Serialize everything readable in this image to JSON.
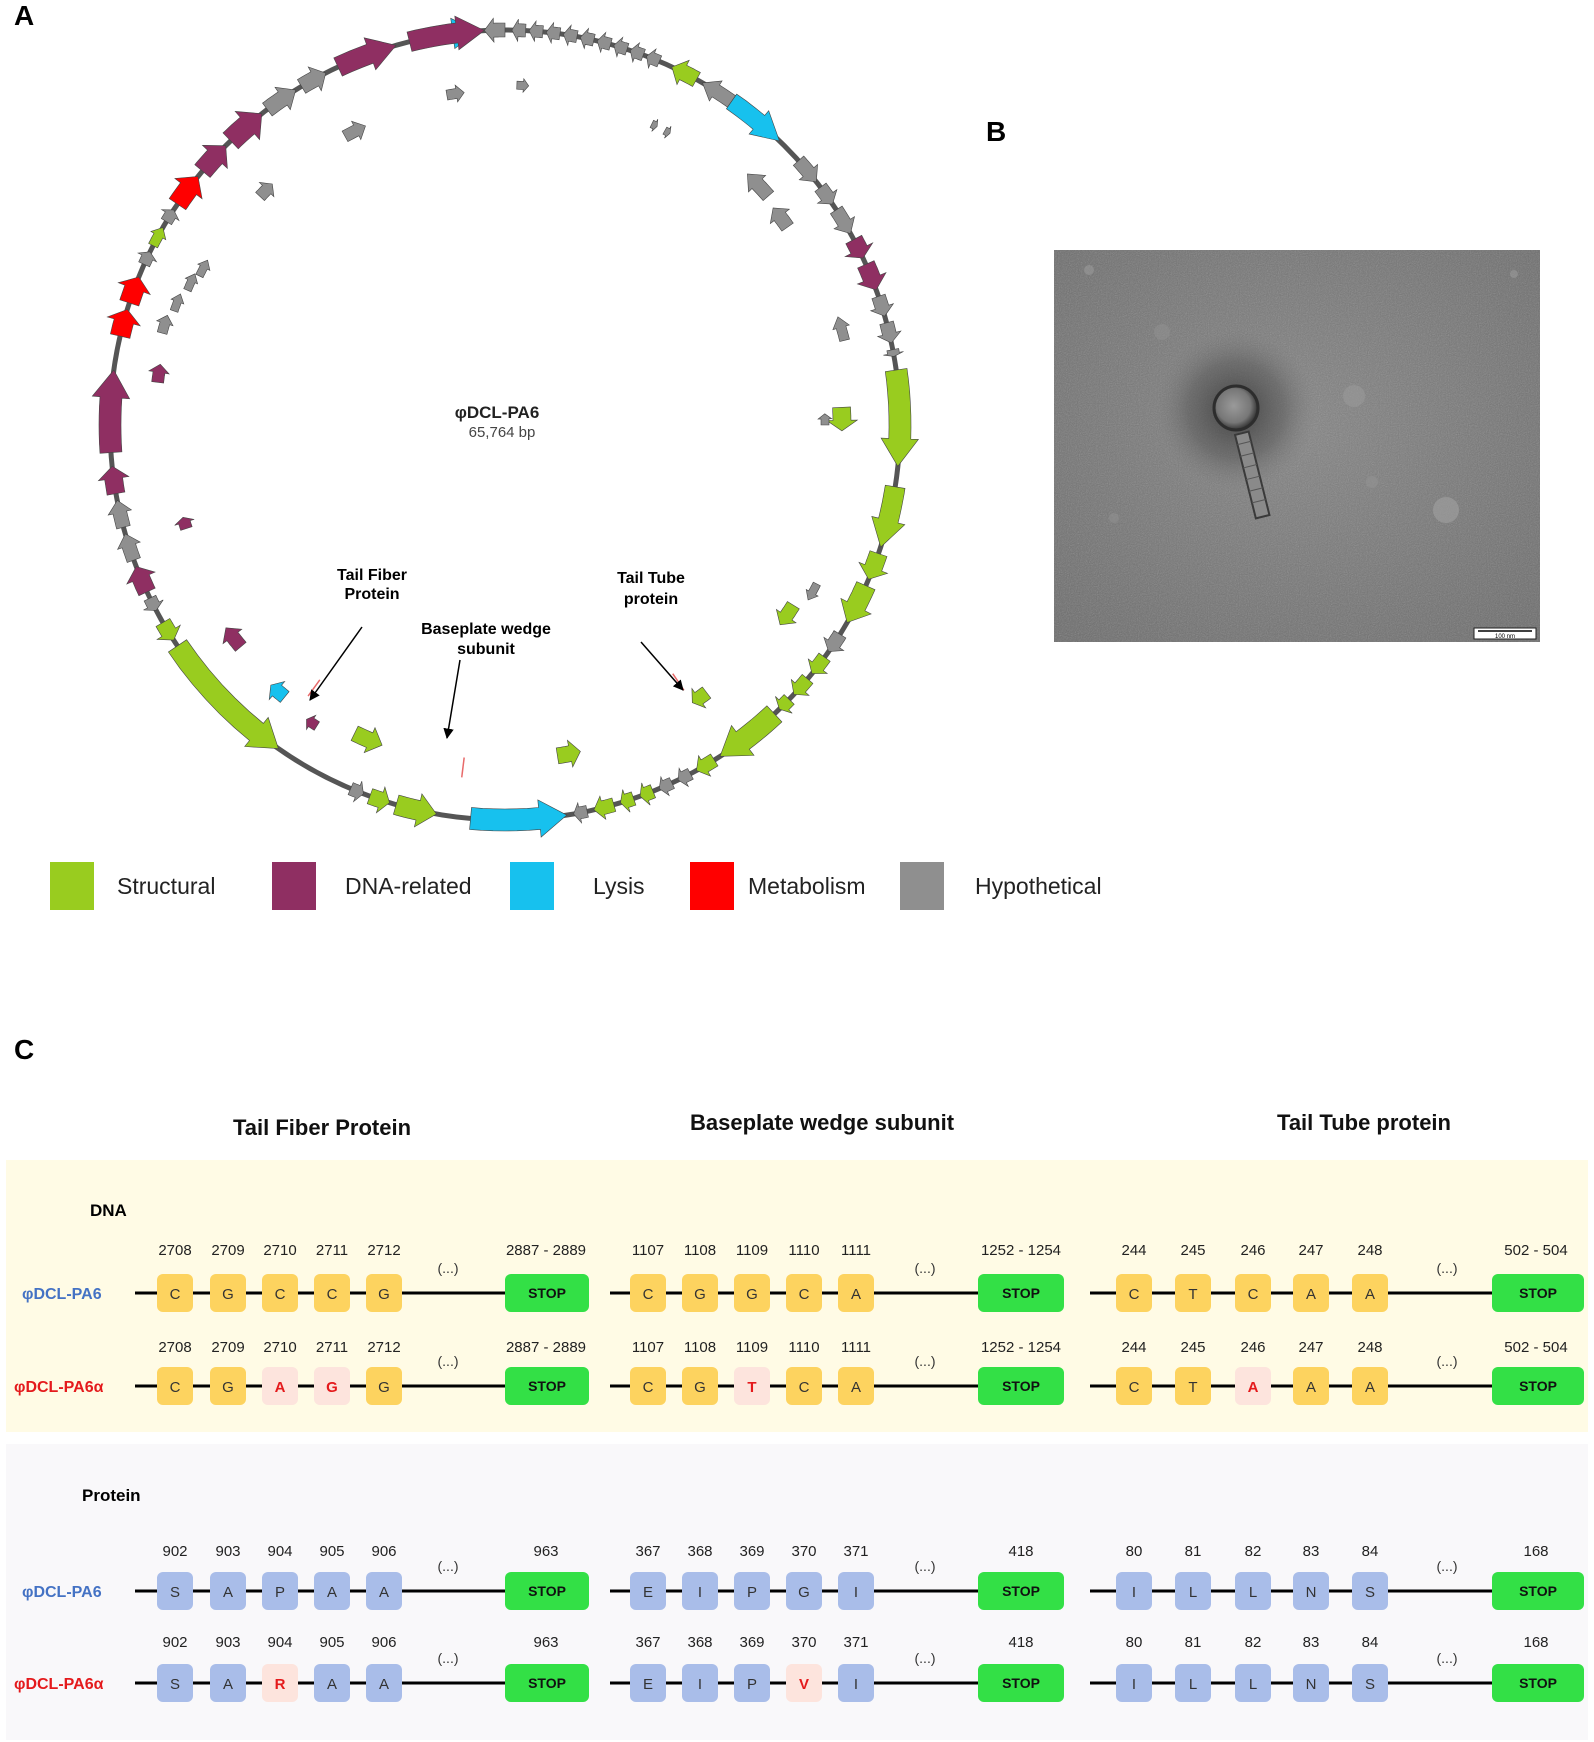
{
  "panels": {
    "a": "A",
    "b": "B",
    "c": "C"
  },
  "colors": {
    "structural": "#99cc1f",
    "dna": "#8f2f62",
    "lysis": "#17c1ee",
    "metabolism": "#ff0000",
    "hypothetical": "#8f8f8f",
    "mut_bg": "#fde4dd",
    "mut_text": "#e41a1c",
    "dna_box": "#fdd35f",
    "prot_box": "#a9bde9",
    "stop_box": "#33e046",
    "pa6_label": "#4472c4",
    "pa6a_label": "#e41a1c",
    "dna_panel_bg": "#fffbe5",
    "prot_panel_bg": "#f9f8fa"
  },
  "genome": {
    "name": "φDCL-PA6",
    "length": "65,764 bp"
  },
  "callouts": [
    {
      "line1": "Tail Fiber",
      "line2": "Protein"
    },
    {
      "line1": "Baseplate wedge",
      "line2": "subunit"
    },
    {
      "line1": "Tail Tube",
      "line2": "protein"
    }
  ],
  "legend": [
    {
      "label": "Structural",
      "color": "#99cc1f"
    },
    {
      "label": "DNA-related",
      "color": "#8f2f62"
    },
    {
      "label": "Lysis",
      "color": "#17c1ee"
    },
    {
      "label": "Metabolism",
      "color": "#ff0000"
    },
    {
      "label": "Hypothetical",
      "color": "#8f8f8f"
    }
  ],
  "micrograph": {
    "scale": "100 nm"
  },
  "panel_c": {
    "headers": [
      "Tail Fiber Protein",
      "Baseplate wedge subunit",
      "Tail Tube protein"
    ],
    "dna_title": "DNA",
    "protein_title": "Protein",
    "strains": [
      "φDCL-PA6",
      "φDCL-PA6α"
    ],
    "ellipsis": "(...)",
    "stop": "STOP",
    "genes": [
      {
        "dna_positions": [
          "2708",
          "2709",
          "2710",
          "2711",
          "2712"
        ],
        "dna_stop": "2887 - 2889",
        "dna_rows": [
          [
            "C",
            "G",
            "C",
            "C",
            "G"
          ],
          [
            "C",
            "G",
            "A",
            "G",
            "G"
          ]
        ],
        "dna_mut": [
          2,
          3
        ],
        "prot_positions": [
          "902",
          "903",
          "904",
          "905",
          "906"
        ],
        "prot_stop": "963",
        "prot_rows": [
          [
            "S",
            "A",
            "P",
            "A",
            "A"
          ],
          [
            "S",
            "A",
            "R",
            "A",
            "A"
          ]
        ],
        "prot_mut": [
          2
        ]
      },
      {
        "dna_positions": [
          "1107",
          "1108",
          "1109",
          "1110",
          "1111"
        ],
        "dna_stop": "1252 - 1254",
        "dna_rows": [
          [
            "C",
            "G",
            "G",
            "C",
            "A"
          ],
          [
            "C",
            "G",
            "T",
            "C",
            "A"
          ]
        ],
        "dna_mut": [
          2
        ],
        "prot_positions": [
          "367",
          "368",
          "369",
          "370",
          "371"
        ],
        "prot_stop": "418",
        "prot_rows": [
          [
            "E",
            "I",
            "P",
            "G",
            "I"
          ],
          [
            "E",
            "I",
            "P",
            "V",
            "I"
          ]
        ],
        "prot_mut": [
          3
        ]
      },
      {
        "dna_positions": [
          "244",
          "245",
          "246",
          "247",
          "248"
        ],
        "dna_stop": "502 - 504",
        "dna_rows": [
          [
            "C",
            "T",
            "C",
            "A",
            "A"
          ],
          [
            "C",
            "T",
            "A",
            "A",
            "A"
          ]
        ],
        "dna_mut": [
          2
        ],
        "prot_positions": [
          "80",
          "81",
          "82",
          "83",
          "84"
        ],
        "prot_stop": "168",
        "prot_rows": [
          [
            "I",
            "L",
            "L",
            "N",
            "S"
          ],
          [
            "I",
            "L",
            "L",
            "N",
            "S"
          ]
        ],
        "prot_mut": []
      }
    ]
  }
}
